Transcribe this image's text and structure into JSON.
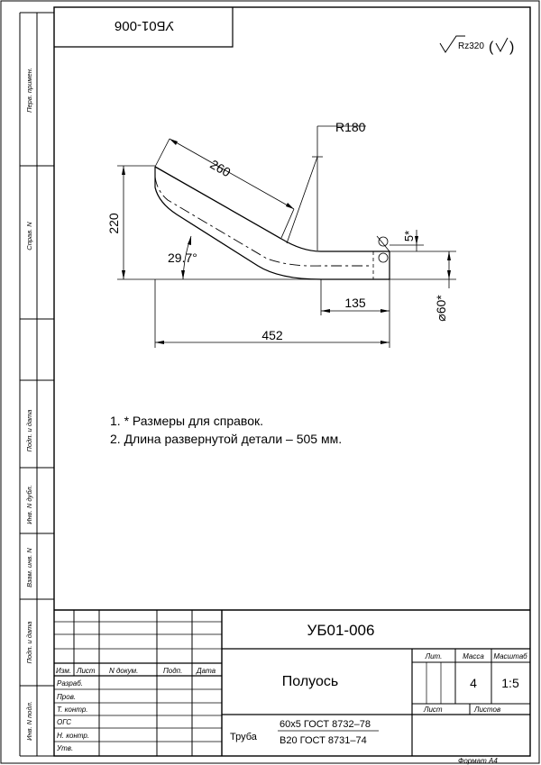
{
  "document": {
    "designation": "УБ01-006",
    "designation_mirrored": "УБ01-006",
    "title": "Полуось",
    "format": "Формат А4",
    "roughness": "Rz320"
  },
  "side_strip": {
    "perv_primen": "Перв. примен.",
    "sprav_n": "Справ. N",
    "podp_data_1": "Подп. и дата",
    "inv_dubl": "Инв. N дубл.",
    "vzam_inv": "Взам. инв. N",
    "podp_data_2": "Подп. и дата",
    "inv_podl": "Инв. N подл."
  },
  "drawing": {
    "dim_r180": "R180",
    "dim_260": "260",
    "dim_220": "220",
    "dim_angle": "29.7°",
    "dim_135": "135",
    "dim_452": "452",
    "dim_5": "5*",
    "dim_d60": "⌀60*"
  },
  "notes": [
    "1. * Размеры для справок.",
    "2. Длина развернутой детали – 505 мм."
  ],
  "title_block": {
    "columns": {
      "izm": "Изм.",
      "list": "Лист",
      "n_dokum": "N докум.",
      "podp": "Подп.",
      "data": "Дата"
    },
    "roles": [
      "Разраб.",
      "Пров.",
      "Т. контр.",
      "ОГС",
      "Н. контр.",
      "Утв."
    ],
    "lit_label": "Лит.",
    "massa_label": "Масса",
    "masshtab_label": "Масштаб",
    "massa_value": "4",
    "masshtab_value": "1:5",
    "list_label": "Лист",
    "listov_label": "Листов",
    "material_name": "Труба",
    "material_line1": "60х5 ГОСТ 8732–78",
    "material_line2": "В20 ГОСТ 8731–74"
  }
}
